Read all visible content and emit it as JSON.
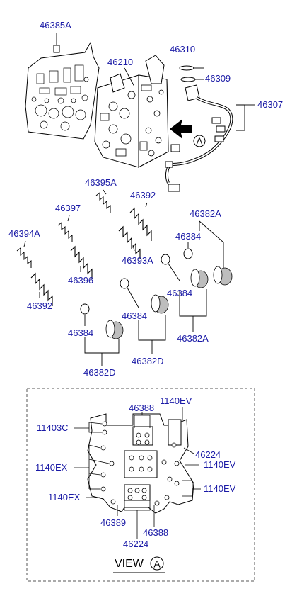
{
  "labels": {
    "p46385A": "46385A",
    "p46210": "46210",
    "p46310": "46310",
    "p46309": "46309",
    "p46307": "46307",
    "p46395A": "46395A",
    "p46392a": "46392",
    "p46382Aa": "46382A",
    "p46397": "46397",
    "p46384a": "46384",
    "p46394A": "46394A",
    "p46393A": "46393A",
    "p46396": "46396",
    "p46384b": "46384",
    "p46392b": "46392",
    "p46384c": "46384",
    "p46382Ab": "46382A",
    "p46384d": "46384",
    "p46382Da": "46382D",
    "p46382Db": "46382D",
    "p46388a": "46388",
    "p1140EVa": "1140EV",
    "p11403C": "11403C",
    "p46224a": "46224",
    "p1140EX_a": "1140EX",
    "p1140EVb": "1140EV",
    "p1140EVc": "1140EV",
    "p1140EX_b": "1140EX",
    "p46389": "46389",
    "p46388b": "46388",
    "p46224b": "46224",
    "arrowA": "A",
    "viewText": "VIEW",
    "viewCircleA": "A"
  }
}
